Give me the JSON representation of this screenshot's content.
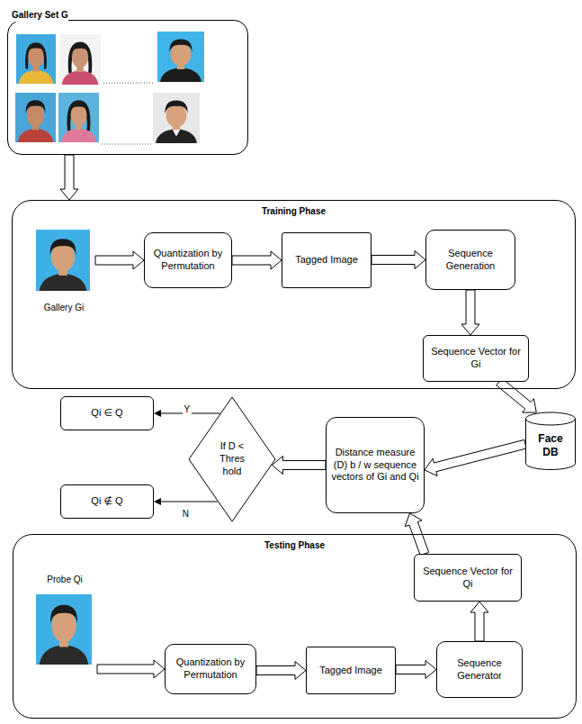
{
  "diagram": {
    "nodes": [
      {
        "text": [
          "Gallery Set G"
        ]
      },
      {
        "text": [
          "Training Phase"
        ]
      },
      {
        "text": [
          "Gallery Gi"
        ],
        "in": 1
      },
      {
        "text": [
          "Quantization by Permutation"
        ],
        "in": 1
      },
      {
        "text": [
          "Tagged Image"
        ],
        "in": 1
      },
      {
        "text": [
          "Sequence Generation"
        ],
        "in": 1
      },
      {
        "text": [
          "Sequence Vector for Gi"
        ],
        "in": 1
      },
      {
        "text": [
          "Face DB"
        ]
      },
      {
        "text": [
          "Distance measure (D) b / w sequence vectors of Gi and Qi"
        ]
      },
      {
        "text": [
          "If D < Thres hold"
        ]
      },
      {
        "text": [
          "Qi ∈ Q"
        ]
      },
      {
        "text": [
          "Qi ∉ Q"
        ]
      },
      {
        "text": [
          "Testing Phase"
        ]
      },
      {
        "text": [
          "Sequence Vector for Qi"
        ],
        "in": 12
      },
      {
        "text": [
          "Probe Qi"
        ],
        "in": 12
      },
      {
        "text": [
          "Quantization by Permutation"
        ],
        "in": 12
      },
      {
        "text": [
          "Tagged Image"
        ],
        "in": 12
      },
      {
        "text": [
          "Sequence Generator"
        ],
        "in": 12
      }
    ],
    "edges": [
      {
        "from": 0,
        "to": 1,
        "arrow": "to"
      },
      {
        "from": 2,
        "to": 3,
        "arrow": "to"
      },
      {
        "from": 3,
        "to": 4,
        "arrow": "to"
      },
      {
        "from": 4,
        "to": 5,
        "arrow": "to"
      },
      {
        "from": 5,
        "to": 6,
        "arrow": "to"
      },
      {
        "from": 6,
        "to": 7,
        "arrow": "to"
      },
      {
        "from": 7,
        "to": 8,
        "arrow": "to"
      },
      {
        "from": 8,
        "to": 9,
        "arrow": "to"
      },
      {
        "from": 9,
        "to": 10,
        "label": "Y",
        "arrow": "to"
      },
      {
        "from": 9,
        "to": 11,
        "label": "N",
        "arrow": "to"
      },
      {
        "from": 14,
        "to": 15,
        "arrow": "to"
      },
      {
        "from": 15,
        "to": 16,
        "arrow": "to"
      },
      {
        "from": 16,
        "to": 17,
        "arrow": "to"
      },
      {
        "from": 17,
        "to": 13,
        "arrow": "to"
      },
      {
        "from": 13,
        "to": 8,
        "arrow": "to"
      }
    ]
  }
}
